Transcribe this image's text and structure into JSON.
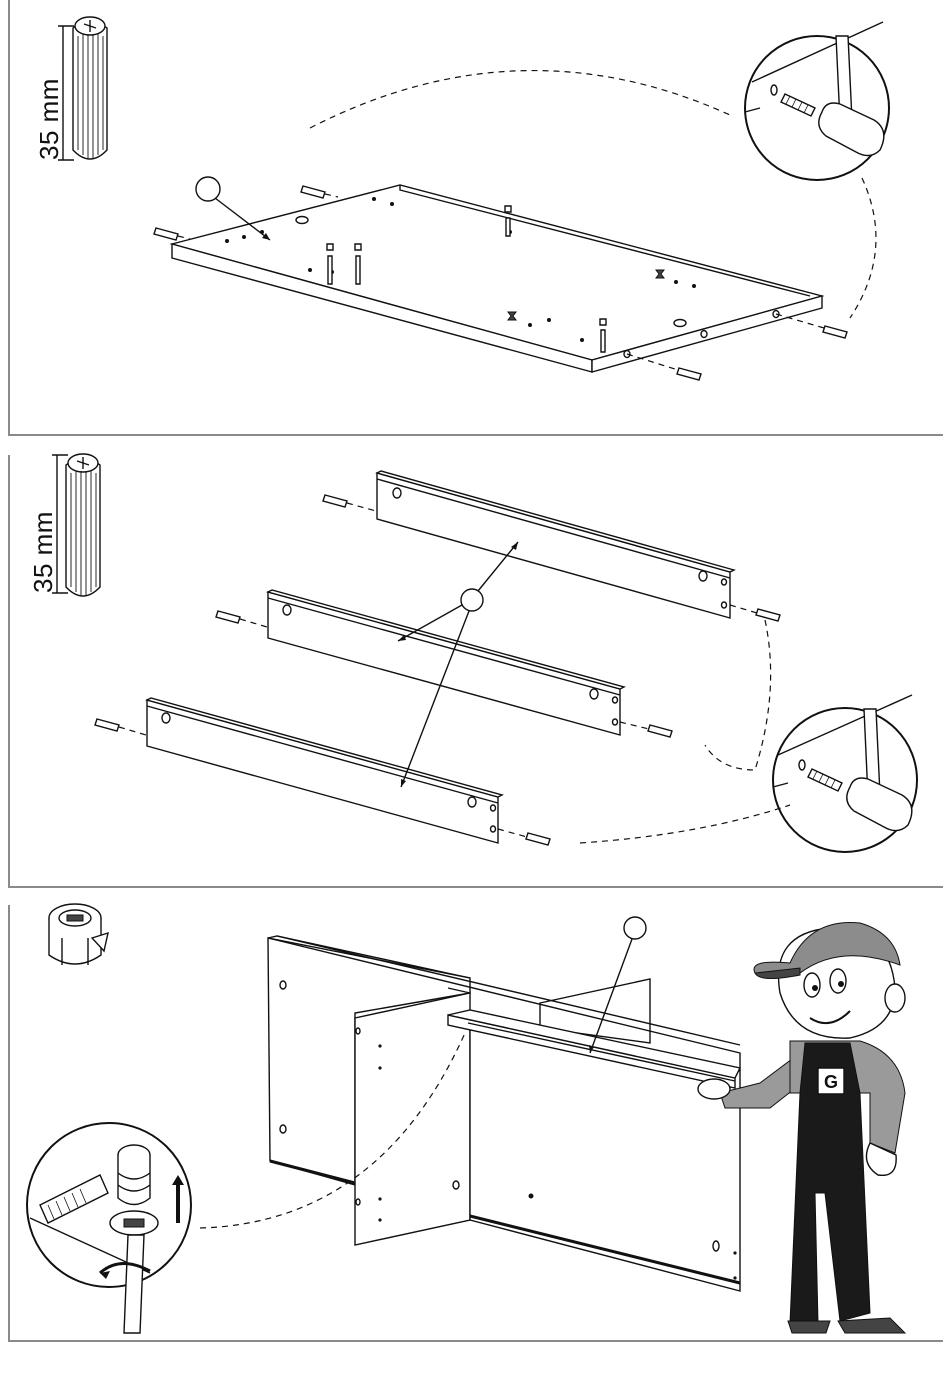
{
  "steps": [
    {
      "part": {
        "icon": "wooden-dowel-icon",
        "length_label": "35 mm"
      },
      "pieces": [
        "bottom-panel"
      ],
      "fasteners": "dowel"
    },
    {
      "part": {
        "icon": "wooden-dowel-icon",
        "length_label": "35 mm"
      },
      "pieces": [
        "rail-1",
        "rail-2",
        "rail-3"
      ],
      "fasteners": "dowel"
    },
    {
      "part": {
        "icon": "cam-lock-icon",
        "length_label": ""
      },
      "pieces": [
        "side-panel-left",
        "divider-panel",
        "top-rail"
      ],
      "fasteners": "cam-lock",
      "mascot": {
        "badge": "G",
        "icon": "worker-mascot-icon"
      }
    }
  ],
  "colors": {
    "line": "#111111",
    "frame": "#8a8a8a",
    "mascot_cap": "#9a9a9a",
    "mascot_overalls": "#1a1a1a"
  }
}
